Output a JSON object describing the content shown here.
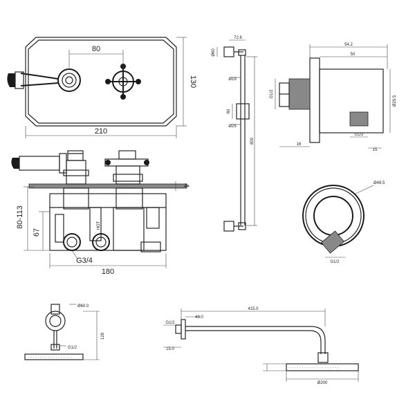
{
  "front_view": {
    "dim_spacing": "80",
    "dim_width": "210",
    "dim_height": "130"
  },
  "side_view": {
    "dim_plate": "4",
    "dim_depth_range": "80-113",
    "dim_body": "67",
    "dim_base": "180",
    "port_label": "G3/4",
    "hot_label": "HOT"
  },
  "slide_rail": {
    "dim_top": "72.6",
    "dim_bracket": "Ø60",
    "dim_pipe": "Ø19",
    "dim_slider": "60",
    "dim_pipe2": "Ø25",
    "dim_length": "800"
  },
  "wall_outlet": {
    "dim_overall": "54.2",
    "dim_body": "50",
    "dim_thread": "G1/2",
    "dim_diameter": "Ø29.5",
    "dim_thread2": "G1/2",
    "dim_left": "16",
    "dim_right": "15"
  },
  "wall_outlet_front": {
    "dim_diameter": "Ø49.5",
    "dim_thread": "G1/2"
  },
  "ceiling_arm": {
    "dim_flange": "Ø60.0",
    "dim_thread": "G1/2",
    "dim_height": "128"
  },
  "wall_arm": {
    "dim_length": "415.0",
    "dim_flange": "49.0",
    "dim_thread": "G1/2",
    "dim_offset": "15.0",
    "dim_head": "Ø200"
  }
}
